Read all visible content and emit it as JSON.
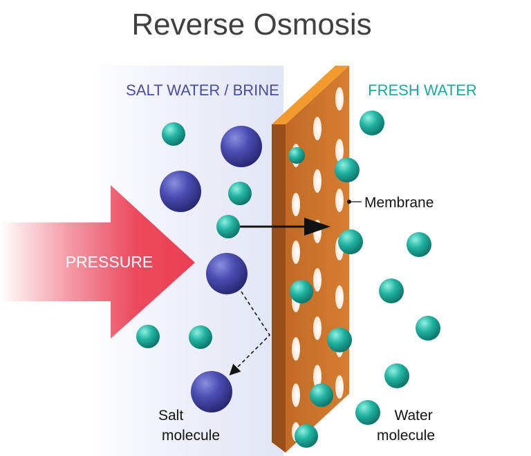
{
  "title": "Reverse Osmosis",
  "labels": {
    "salt_side": "SALT WATER / BRINE",
    "fresh_side": "FRESH WATER",
    "pressure": "PRESSURE",
    "membrane": "Membrane",
    "salt_molecule": [
      "Salt",
      "molecule"
    ],
    "water_molecule": [
      "Water",
      "molecule"
    ]
  },
  "colors": {
    "title": "#404040",
    "salt_side_label": "#4a4d9a",
    "fresh_side_label": "#1fa79a",
    "brine_background": "#e6e8f6",
    "pressure_arrow": "#ec4a5e",
    "membrane_face": "#c9742c",
    "membrane_top": "#f39a2e",
    "membrane_side": "#9a4f1a",
    "salt_molecule": "#3f3f9c",
    "water_molecule": "#22b0a0"
  },
  "legend_icons": {
    "salt": "salt-molecule-icon",
    "water": "water-molecule-icon"
  }
}
